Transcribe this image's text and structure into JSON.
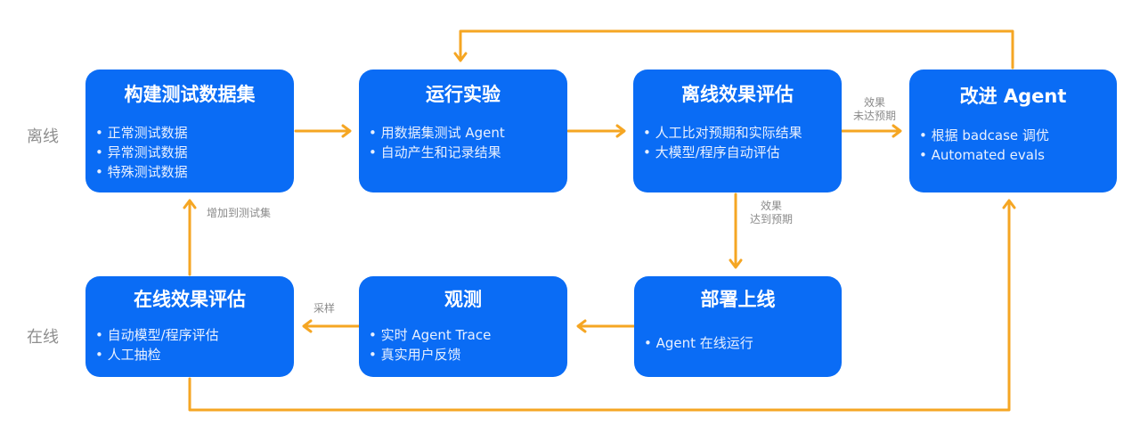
{
  "rows": {
    "offline": "离线",
    "online": "在线"
  },
  "boxes": [
    {
      "title": "构建测试数据集",
      "items": [
        "正常测试数据",
        "异常测试数据",
        "特殊测试数据"
      ]
    },
    {
      "title": "运行实验",
      "items": [
        "用数据集测试 Agent",
        "自动产生和记录结果"
      ]
    },
    {
      "title": "离线效果评估",
      "items": [
        "人工比对预期和实际结果",
        "大模型/程序自动评估"
      ]
    },
    {
      "title": "改进 Agent",
      "items": [
        "根据 badcase 调优",
        "Automated evals"
      ]
    },
    {
      "title": "在线效果评估",
      "items": [
        "自动模型/程序评估",
        "人工抽检"
      ]
    },
    {
      "title": "观测",
      "items": [
        "实时 Agent Trace",
        "真实用户反馈"
      ]
    },
    {
      "title": "部署上线",
      "items": [
        "Agent 在线运行"
      ]
    }
  ],
  "edge_labels": {
    "not_met_1": "效果",
    "not_met_2": "未达预期",
    "met_1": "效果",
    "met_2": "达到预期",
    "add_to_set": "增加到测试集",
    "sampling": "采样"
  },
  "colors": {
    "box": "#0a6cf5",
    "arrow": "#f5a623",
    "label": "#8a8a8a"
  }
}
